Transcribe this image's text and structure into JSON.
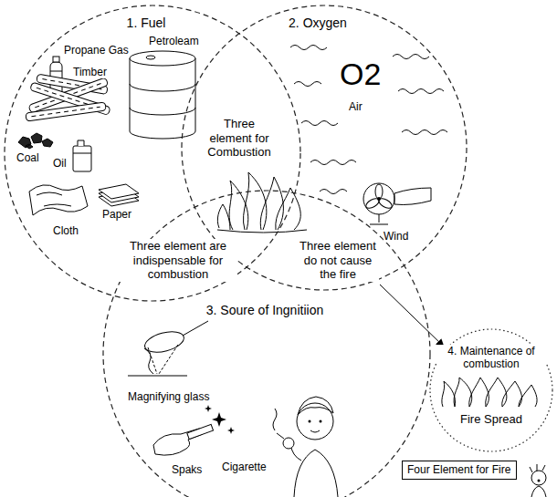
{
  "diagram": {
    "nodes": [
      {
        "text": [
          "1. Fuel"
        ]
      },
      {
        "text": [
          "2. Oxygen"
        ]
      },
      {
        "text": [
          "3. Soure of Ingnitiion"
        ]
      },
      {
        "text": [
          "4. Maintenance of combustion",
          "Fire Spread"
        ]
      },
      {
        "text": [
          "Four Element for Fire"
        ]
      }
    ],
    "labels": [
      "Propane Gas",
      "Petroleam",
      "Timber",
      "Coal",
      "Oil",
      "Paper",
      "Cloth",
      "Three element for Combustion",
      "O2",
      "Air",
      "Wind",
      "Three element are indispensable for combustion",
      "Three element do not cause the fire",
      "Magnifying glass",
      "Spaks",
      "Cigarette"
    ]
  }
}
